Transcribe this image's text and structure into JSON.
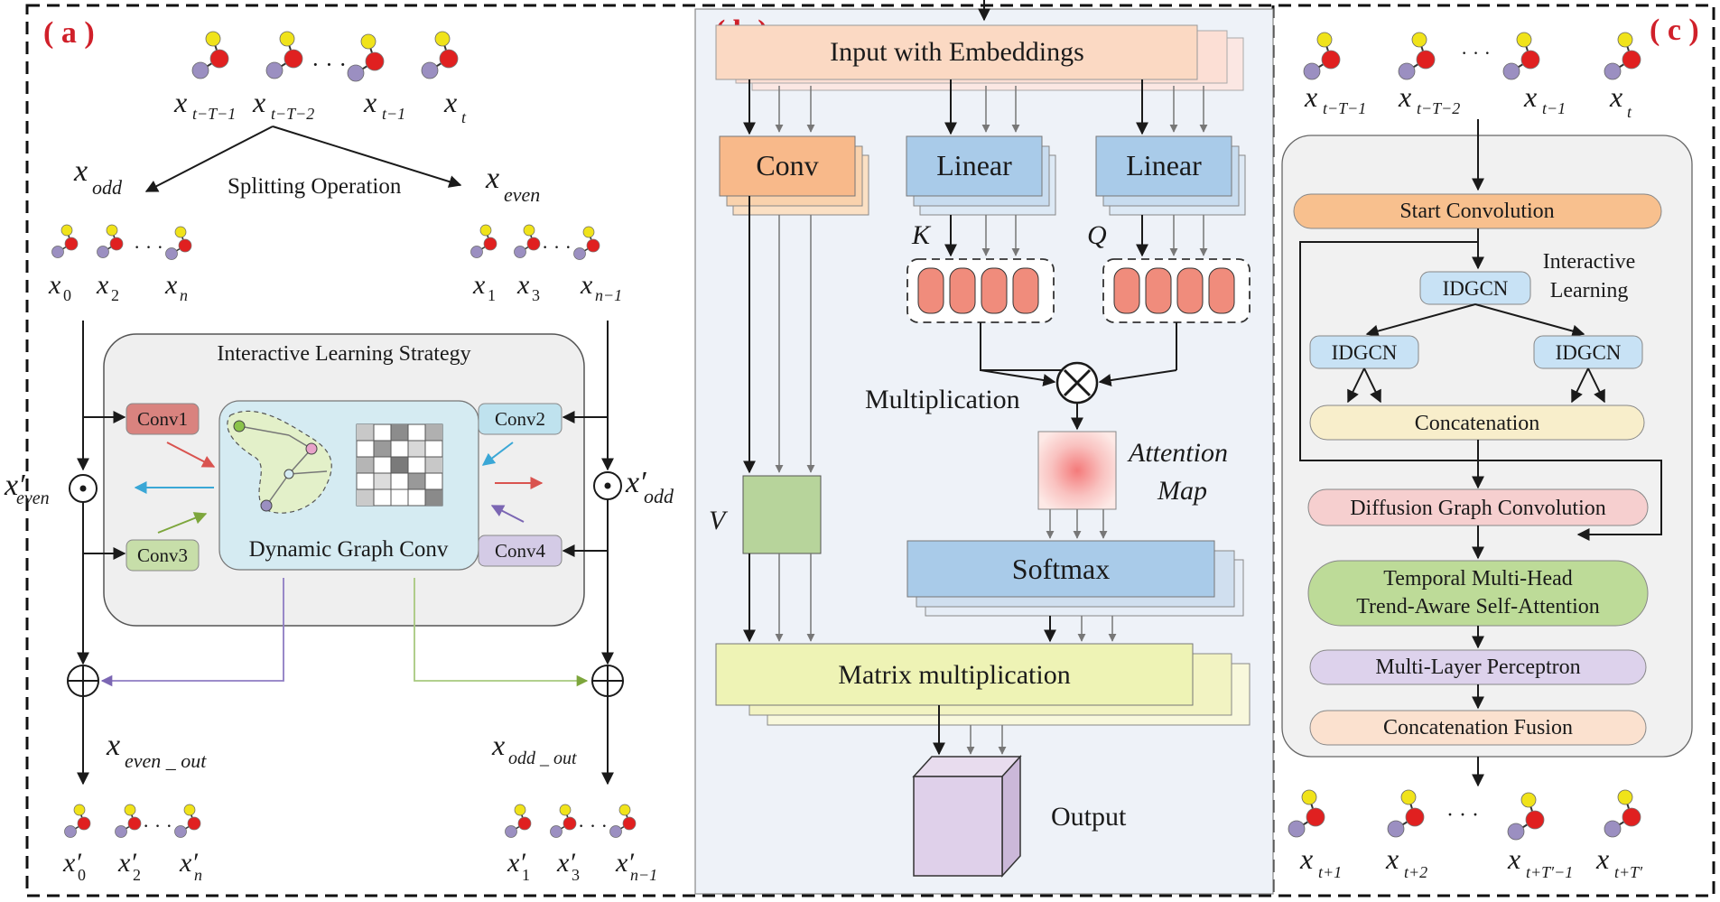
{
  "panels": {
    "a": {
      "label": "( a )",
      "inputs": [
        "x",
        "x",
        "x",
        "x"
      ],
      "split_label": "Splitting Operation",
      "odd_label": "x",
      "even_label": "x",
      "odd_nodes": [
        "x",
        "x",
        "x"
      ],
      "even_nodes": [
        "x",
        "x",
        "x"
      ],
      "strategy_title": "Interactive Learning Strategy",
      "conv1": "Conv1",
      "conv2": "Conv2",
      "conv3": "Conv3",
      "conv4": "Conv4",
      "dgc": "Dynamic Graph Conv",
      "x_even_prime": "x′",
      "x_odd_prime": "x′",
      "even_out": "x",
      "odd_out": "x",
      "out_left": [
        "x′",
        "x′",
        "x′"
      ],
      "out_right": [
        "x′",
        "x′",
        "x′"
      ]
    },
    "b": {
      "label": "( b )",
      "input": "Input with Embeddings",
      "conv": "Conv",
      "linear1": "Linear",
      "linear2": "Linear",
      "k": "K",
      "q": "Q",
      "v": "V",
      "multiplication": "Multiplication",
      "attention1": "Attention",
      "attention2": "Map",
      "softmax": "Softmax",
      "matmul": "Matrix multiplication",
      "output": "Output"
    },
    "c": {
      "label": "( c )",
      "inputs": [
        "x",
        "x",
        "x",
        "x"
      ],
      "start_conv": "Start Convolution",
      "idgcn": "IDGCN",
      "idgcn_l": "IDGCN",
      "idgcn_r": "IDGCN",
      "interactive1": "Interactive",
      "interactive2": "Learning",
      "concat": "Concatenation",
      "diffusion": "Diffusion Graph Convolution",
      "tmh1": "Temporal  Multi-Head",
      "tmh2": "Trend-Aware Self-Attention",
      "mlp": "Multi-Layer Perceptron",
      "fusion": "Concatenation Fusion",
      "outputs": [
        "x",
        "x",
        "x",
        "x"
      ]
    }
  },
  "colors": {
    "orange": "#f8c08e",
    "blue": "#a9cbe9",
    "green": "#b7d49b",
    "yellow": "#f5f3b4",
    "purple": "#d9ccea",
    "pink": "#f6c9c9",
    "red_label": "#d0202a",
    "node_yellow": "#f0e31a",
    "node_red": "#e02020",
    "node_purple": "#9b8fc1"
  }
}
